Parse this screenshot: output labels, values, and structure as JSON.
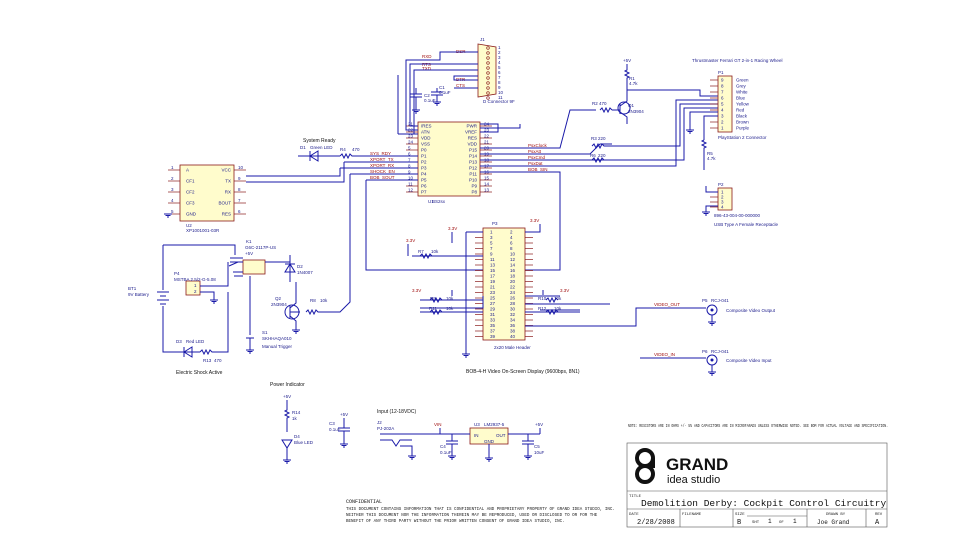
{
  "components": {
    "j1": {
      "ref": "J1",
      "name": "D Connector 9F",
      "nets": [
        "RXD",
        "RTS",
        "TXD",
        "DSR",
        "DTR",
        "CTS"
      ],
      "pins": [
        "1",
        "2",
        "3",
        "4",
        "5",
        "6",
        "7",
        "8",
        "9",
        "10",
        "11"
      ]
    },
    "u1": {
      "ref": "U1",
      "name": "BS2sx",
      "left_pins": [
        "/RES",
        "ATN",
        "VDD",
        "VSS",
        "P0",
        "P1",
        "P2",
        "P3",
        "P4",
        "P5",
        "P6",
        "P7"
      ],
      "right_pins": [
        "PWR",
        "VREF",
        "RES",
        "VDD",
        "P15",
        "P14",
        "P13",
        "P12",
        "P11",
        "P10",
        "P9",
        "P8"
      ],
      "left_nums": [
        "21",
        "22",
        "23",
        "24",
        "5",
        "6",
        "7",
        "8",
        "9",
        "10",
        "11",
        "12"
      ],
      "right_nums": [
        "24",
        "23",
        "22",
        "21",
        "20",
        "19",
        "18",
        "17",
        "16",
        "15",
        "14",
        "13"
      ]
    },
    "u2": {
      "ref": "U2",
      "name": "XP1001001-03R",
      "left_pins": [
        "A",
        "CF1",
        "CF2",
        "CF3",
        "GND"
      ],
      "right_pins": [
        "VCC",
        "TX",
        "RX",
        "BOUT",
        "RES"
      ],
      "left_nums": [
        "1",
        "2",
        "3",
        "4",
        "5"
      ],
      "right_nums": [
        "10",
        "9",
        "8",
        "7",
        "6"
      ]
    },
    "u3": {
      "ref": "U3",
      "name": "LM2937-5",
      "pins": [
        "IN",
        "OUT",
        "GND"
      ],
      "nums": [
        "1",
        "3",
        "2"
      ]
    },
    "p1": {
      "ref": "P1",
      "title": "Thrustmaster Ferrari GT 2-in-1 Racing Wheel",
      "name": "PlayStation 2 Connector",
      "nums": [
        "9",
        "8",
        "7",
        "6",
        "5",
        "4",
        "3",
        "2",
        "1"
      ],
      "wires": [
        "Green",
        "Grey",
        "White",
        "Blue",
        "Yellow",
        "Red",
        "Black",
        "Brown",
        "Purple"
      ]
    },
    "p2": {
      "ref": "P2",
      "pn": "896-43-004-00-000000",
      "name": "USB Type A Female Receptacle",
      "pins": [
        "1",
        "2",
        "3",
        "4"
      ]
    },
    "p3": {
      "ref": "P3",
      "name": "2x20 Male Header",
      "desc": "BOB-4-H Video On-Screen Display (9600bps, 8N1)",
      "left_nums": [
        "1",
        "3",
        "5",
        "7",
        "9",
        "11",
        "13",
        "15",
        "17",
        "19",
        "21",
        "23",
        "25",
        "27",
        "29",
        "31",
        "33",
        "35",
        "37",
        "39"
      ],
      "right_nums": [
        "2",
        "4",
        "6",
        "8",
        "10",
        "12",
        "14",
        "16",
        "18",
        "20",
        "22",
        "24",
        "26",
        "28",
        "30",
        "32",
        "34",
        "36",
        "38",
        "40"
      ]
    },
    "p5": {
      "ref": "P5",
      "name": "Composite Video Output",
      "pn": "RCJ-041",
      "net": "VIDEO_OUT"
    },
    "p6": {
      "ref": "P6",
      "name": "Composite Video Input",
      "pn": "RCJ-041",
      "net": "VIDEO_IN"
    },
    "p4": {
      "ref": "P4",
      "pn": "MSTBA 2.5/2-G-5.08",
      "pins": [
        "1",
        "2"
      ]
    },
    "k1": {
      "ref": "K1",
      "pn": "G6C-2117P-US"
    },
    "bt1": {
      "ref": "BT1",
      "name": "9V Battery"
    },
    "q1": {
      "ref": "Q1",
      "pn": "2N3904"
    },
    "q2": {
      "ref": "Q2",
      "pn": "2N3904"
    },
    "d1": {
      "ref": "D1",
      "name": "Green LED",
      "label": "System Ready"
    },
    "d2": {
      "ref": "D2",
      "pn": "1N4007"
    },
    "d3": {
      "ref": "D3",
      "name": "Red LED",
      "label": "Electric Shock Active"
    },
    "d4": {
      "ref": "D4",
      "name": "Blue LED"
    },
    "s1": {
      "ref": "S1",
      "pn": "SKHHAQA010",
      "name": "Manual Trigger"
    },
    "j2": {
      "ref": "J2",
      "pn": "PJ-202A",
      "label": "Input (12-18VDC)"
    },
    "c1": {
      "ref": "C1",
      "val": "0.1uF"
    },
    "c2": {
      "ref": "C2",
      "val": "0.1uF"
    },
    "c3": {
      "ref": "C3",
      "val": "0.1uF"
    },
    "c4": {
      "ref": "C4",
      "val": "0.1uF"
    },
    "c5": {
      "ref": "C5",
      "val": "10uF"
    },
    "r1": {
      "ref": "R1",
      "val": "4.7k"
    },
    "r2": {
      "ref": "R2",
      "val": "470"
    },
    "r3": {
      "ref": "R3",
      "val": "220"
    },
    "r4": {
      "ref": "R4",
      "val": "470"
    },
    "r5": {
      "ref": "R5",
      "val": "4.7k"
    },
    "r6": {
      "ref": "R6",
      "val": "220"
    },
    "r7": {
      "ref": "R7",
      "val": "10k"
    },
    "r8": {
      "ref": "R8",
      "val": "10k"
    },
    "r9": {
      "ref": "R9",
      "val": "10k"
    },
    "r10": {
      "ref": "R10",
      "val": "10k"
    },
    "r11": {
      "ref": "R11",
      "val": "10k"
    },
    "r12": {
      "ref": "R12",
      "val": "10k"
    },
    "r13": {
      "ref": "R13",
      "val": "470"
    },
    "r14": {
      "ref": "R14",
      "val": "1k"
    }
  },
  "nets": {
    "u1_left": [
      "SYS_RDY",
      "XPORT_TX",
      "XPORT_RX",
      "SHOCK_EN",
      "BOB_SOUT"
    ],
    "u1_right": [
      "PsxClock",
      "PsxAtt",
      "PsxCmd",
      "PsxDat",
      "BOB_SIN"
    ]
  },
  "power": {
    "vcc": "+5V",
    "v33": "3.3V",
    "vin": "VIN",
    "gnd": "GND"
  },
  "labels": {
    "power_indicator": "Power Indicator"
  },
  "title_block": {
    "note": "NOTE: RESISTORS ARE IN OHMS +/- 5% AND CAPACITORS ARE IN MICROFARADS UNLESS OTHERWISE NOTED. SEE BOM FOR ACTUAL VOLTAGE AND SPECIFICATION.",
    "logo_word": "GRAND",
    "logo_sub": "idea studio",
    "title_label": "TITLE",
    "title": "Demolition Derby: Cockpit Control Circuitry",
    "date_label": "DATE",
    "date": "2/28/2008",
    "filename_label": "FILENAME",
    "filename": "",
    "size_label": "SIZE",
    "size": "B",
    "sheet_label": "SHT",
    "sheet": "1",
    "of_label": "OF",
    "of": "1",
    "drawn_label": "DRAWN BY",
    "drawn_by": "Joe Grand",
    "rev_label": "REV",
    "rev": "A"
  },
  "confidential": {
    "heading": "CONFIDENTIAL",
    "body_1": "THIS DOCUMENT CONTAINS INFORMATION THAT IS CONFIDENTIAL AND PROPRIETARY PROPERTY OF GRAND IDEA STUDIO, INC.",
    "body_2": "NEITHER THIS DOCUMENT NOR THE INFORMATION THEREIN MAY BE REPRODUCED, USED OR DISCLOSED TO OR FOR THE",
    "body_3": "BENEFIT OF ANY THIRD PARTY WITHOUT THE PRIOR WRITTEN CONSENT OF GRAND IDEA STUDIO, INC."
  },
  "colors": {
    "wire": "#1a1aa8",
    "body": "#fffccc",
    "outline": "#8a1a1a",
    "net_label": "#a01010",
    "text": "#1a1a8a"
  }
}
